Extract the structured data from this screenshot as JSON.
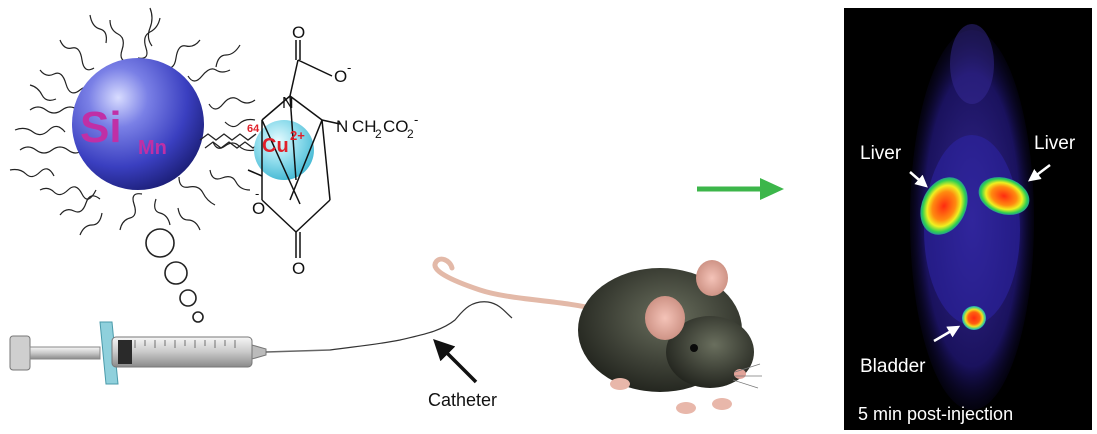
{
  "nanoparticle": {
    "core_symbol": "Si",
    "dopant_subscript": "Mn"
  },
  "chelator": {
    "isotope_mass": "64",
    "metal": "Cu",
    "charge": "2+",
    "oxygen_atom": "O",
    "oxide_anion": "O",
    "minus_sign": "-",
    "nitrogen": "N",
    "side_chain_prefix": "CH",
    "side_chain_sub2": "2",
    "side_chain_mid": "CO",
    "side_chain_sub2b": "2"
  },
  "labels": {
    "catheter": "Catheter"
  },
  "pet_image": {
    "liver_left": "Liver",
    "liver_right": "Liver",
    "bladder": "Bladder",
    "caption": "5 min post-injection"
  },
  "colors": {
    "sphere": "#3a3fc0",
    "sphere_text": "#c02fa6",
    "copper_sphere": "#7fd6e8",
    "copper_text": "#e0202a",
    "green_arrow": "#3cb64a",
    "pet_background": "#000000"
  }
}
